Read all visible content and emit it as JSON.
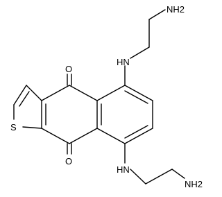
{
  "molecule": {
    "atom_labels": {
      "top_amine": "NH2",
      "top_nh": "HN",
      "top_carbonyl_oxygen": "O",
      "sulfur": "S",
      "bottom_carbonyl_oxygen": "O",
      "bottom_nh": "HN",
      "bottom_amine": "NH2"
    }
  },
  "colors": {
    "bond": "#000000",
    "background": "#ffffff"
  }
}
